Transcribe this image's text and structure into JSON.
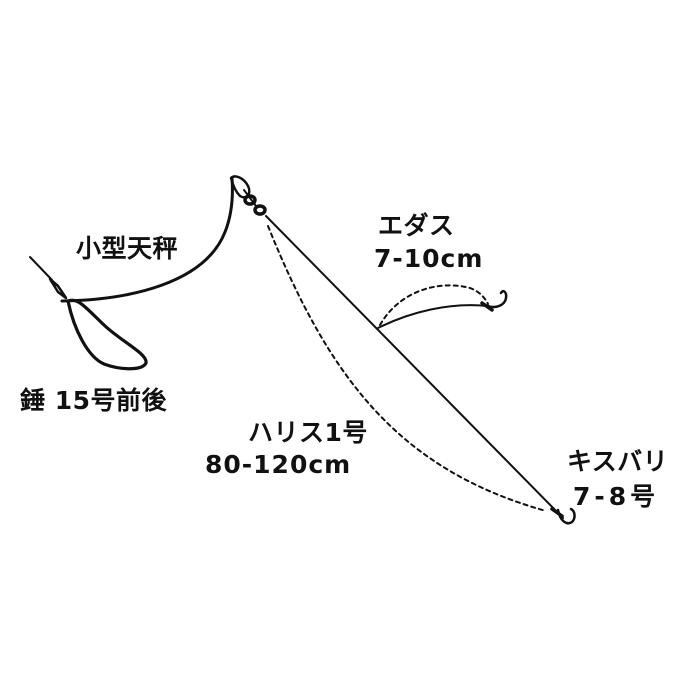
{
  "labels": {
    "tenbin": "小型天秤",
    "sinker": "錘 15号前後",
    "edasu_name": "エダス",
    "edasu_length": "7-10cm",
    "harisu_name": "ハリス1号",
    "harisu_length": "80-120cm",
    "hook_name": "キスバリ",
    "hook_size": "7-8号"
  },
  "colors": {
    "line": "#111111",
    "background": "#ffffff"
  }
}
